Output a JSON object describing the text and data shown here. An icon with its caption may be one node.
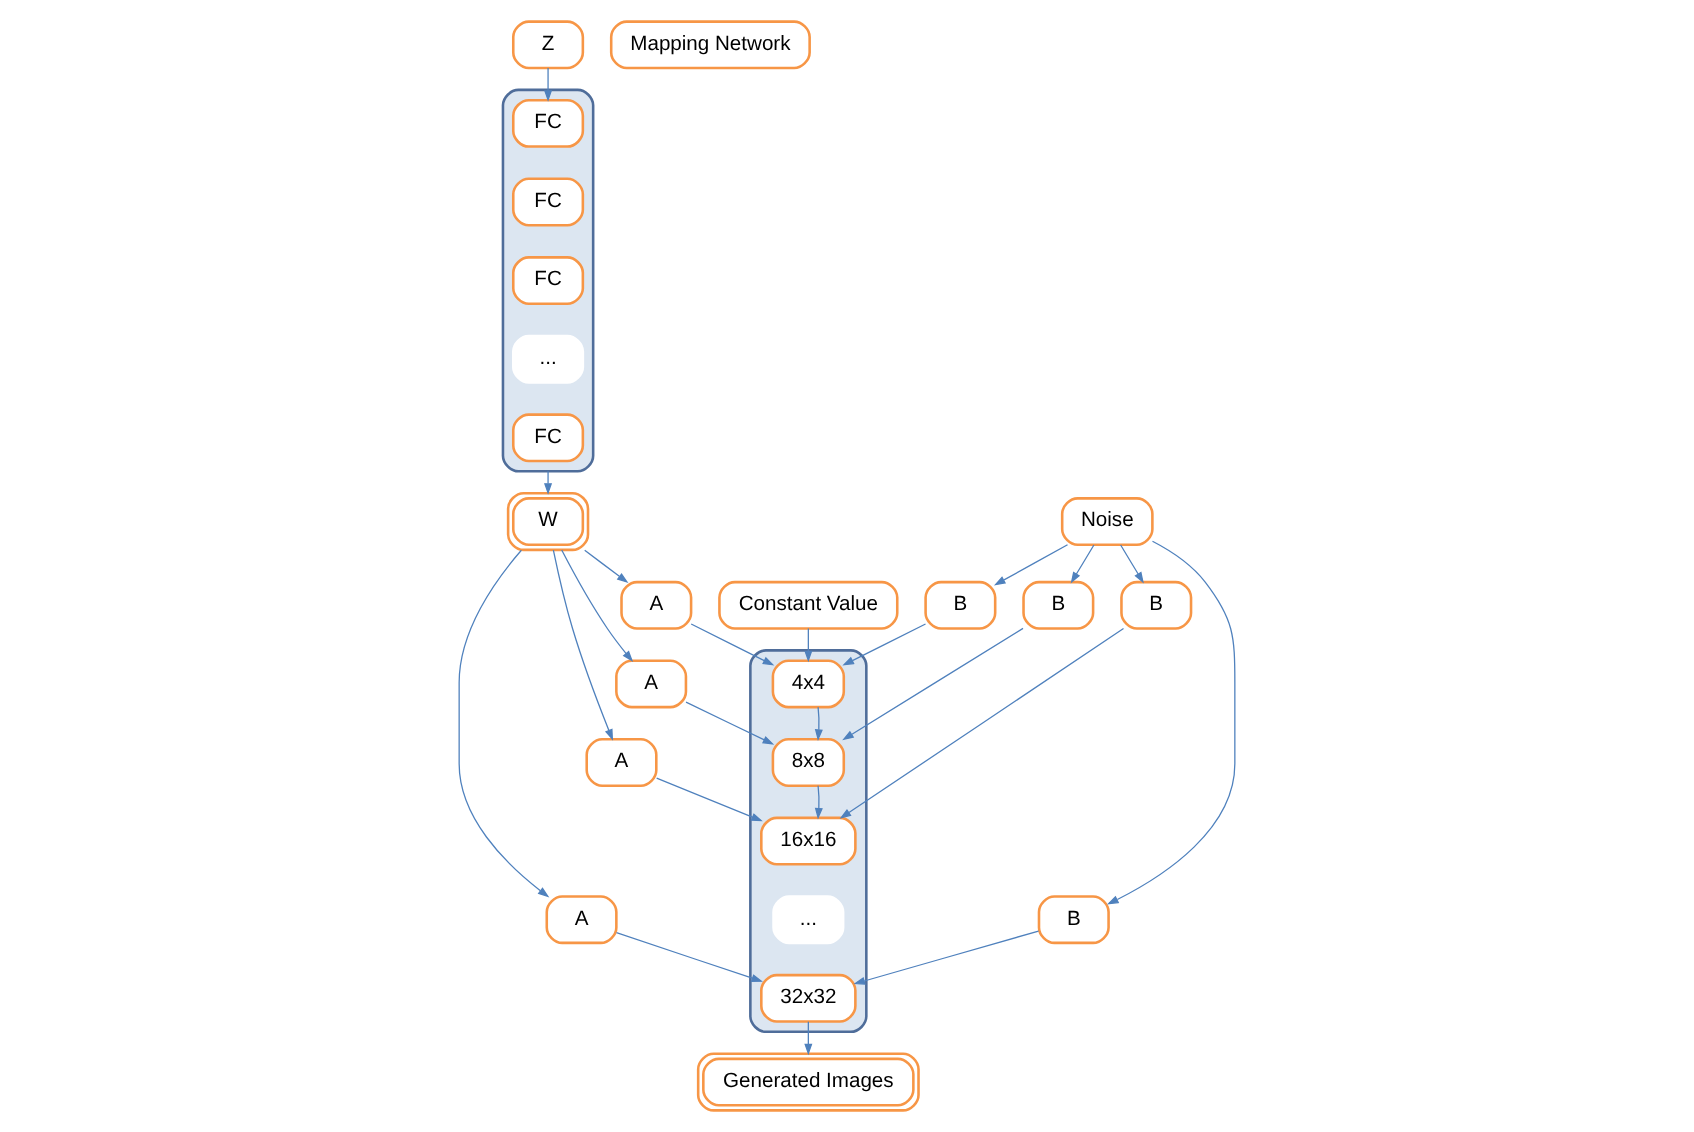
{
  "diagram": {
    "nodes": [
      {
        "text": [
          "Z"
        ]
      },
      {
        "text": [],
        "shape": "box"
      },
      {
        "text": [
          "FC"
        ],
        "in": 1
      },
      {
        "text": [
          "FC"
        ],
        "in": 1
      },
      {
        "text": [
          "FC"
        ],
        "in": 1
      },
      {
        "text": [
          "..."
        ],
        "in": 1
      },
      {
        "text": [
          "FC"
        ],
        "in": 1
      },
      {
        "text": [
          "Mapping Network"
        ]
      },
      {
        "text": [
          "W"
        ]
      },
      {
        "text": [
          "Constant Value"
        ]
      },
      {
        "text": [
          "Noise"
        ]
      },
      {
        "text": [],
        "shape": "box"
      },
      {
        "text": [
          "4x4"
        ],
        "in": 11
      },
      {
        "text": [
          "8x8"
        ],
        "in": 11
      },
      {
        "text": [
          "16x16"
        ],
        "in": 11
      },
      {
        "text": [
          "..."
        ],
        "in": 11
      },
      {
        "text": [
          "32x32"
        ],
        "in": 11
      },
      {
        "text": [
          "A"
        ]
      },
      {
        "text": [
          "A"
        ]
      },
      {
        "text": [
          "A"
        ]
      },
      {
        "text": [
          "A"
        ]
      },
      {
        "text": [
          "B"
        ]
      },
      {
        "text": [
          "B"
        ]
      },
      {
        "text": [
          "B"
        ]
      },
      {
        "text": [
          "B"
        ]
      },
      {
        "text": [
          "Generated Images"
        ]
      }
    ],
    "edges": [
      {
        "from": 0,
        "to": 2,
        "arrow": "to"
      },
      {
        "from": 1,
        "to": 8,
        "arrow": "to"
      },
      {
        "from": 8,
        "to": 17,
        "arrow": "to"
      },
      {
        "from": 8,
        "to": 18,
        "arrow": "to"
      },
      {
        "from": 8,
        "to": 19,
        "arrow": "to"
      },
      {
        "from": 8,
        "to": 20,
        "arrow": "to"
      },
      {
        "from": 9,
        "to": 12,
        "arrow": "to"
      },
      {
        "from": 17,
        "to": 12,
        "arrow": "to"
      },
      {
        "from": 18,
        "to": 13,
        "arrow": "to"
      },
      {
        "from": 19,
        "to": 14,
        "arrow": "to"
      },
      {
        "from": 20,
        "to": 16,
        "arrow": "to"
      },
      {
        "from": 12,
        "to": 13,
        "arrow": "to"
      },
      {
        "from": 13,
        "to": 14,
        "arrow": "to"
      },
      {
        "from": 21,
        "to": 12,
        "arrow": "to"
      },
      {
        "from": 22,
        "to": 13,
        "arrow": "to"
      },
      {
        "from": 23,
        "to": 14,
        "arrow": "to"
      },
      {
        "from": 24,
        "to": 16,
        "arrow": "to"
      },
      {
        "from": 10,
        "to": 21,
        "arrow": "to"
      },
      {
        "from": 10,
        "to": 22,
        "arrow": "to"
      },
      {
        "from": 10,
        "to": 23,
        "arrow": "to"
      },
      {
        "from": 10,
        "to": 24,
        "arrow": "to"
      },
      {
        "from": 16,
        "to": 25,
        "arrow": "to"
      }
    ]
  }
}
